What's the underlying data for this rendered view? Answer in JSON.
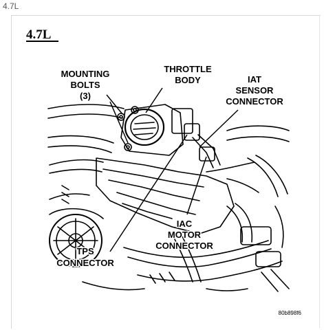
{
  "caption": "4.7L",
  "figure": {
    "title": "4.7L",
    "figure_code": "80b898f6",
    "callouts": {
      "mounting_bolts": [
        "MOUNTING",
        "BOLTS",
        "(3)"
      ],
      "throttle_body": [
        "THROTTLE",
        "BODY"
      ],
      "iat_sensor_connector": [
        "IAT",
        "SENSOR",
        "CONNECTOR"
      ],
      "iac_motor_connector": [
        "IAC",
        "MOTOR",
        "CONNECTOR"
      ],
      "tps_connector": [
        "TPS",
        "CONNECTOR"
      ]
    }
  },
  "colors": {
    "ink": "#000000",
    "background": "#ffffff",
    "frame_border": "#d6d6d6",
    "caption_text": "#555555"
  }
}
